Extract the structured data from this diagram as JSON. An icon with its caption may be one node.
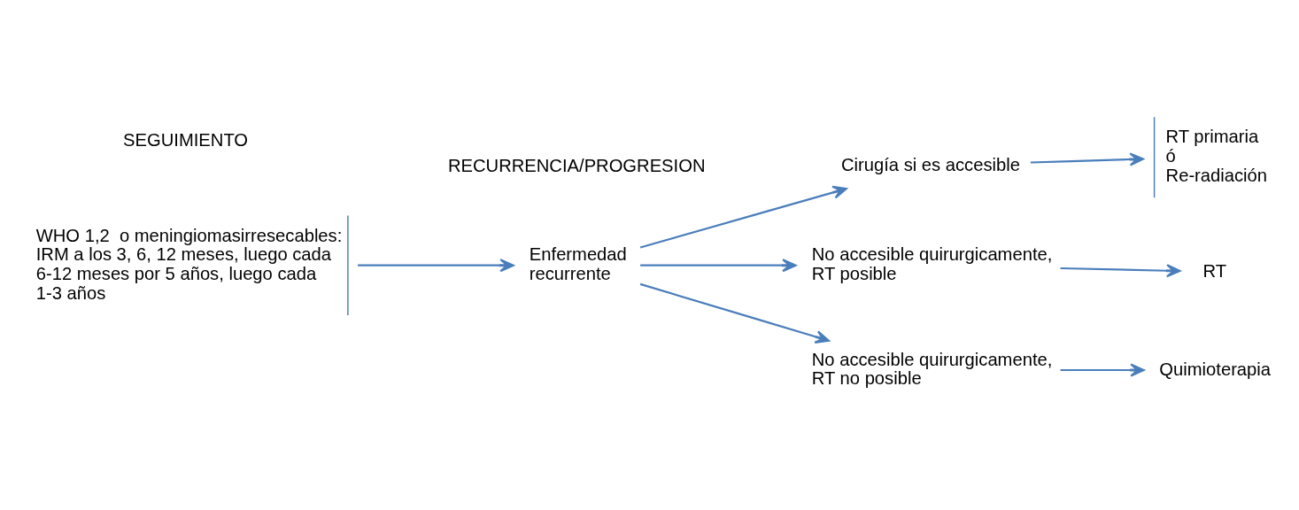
{
  "diagram": {
    "nodes": [
      {
        "text": [
          "WHO 1,2  o meningiomasirresecables: IRM a los 3, 6, 12 meses, luego cada 6-12 meses por 5 años, luego cada 1-3 años"
        ]
      },
      {
        "text": [
          "Enfermedad recurrente"
        ]
      },
      {
        "text": [
          "Cirugía si es accesible"
        ]
      },
      {
        "text": [
          "No accesible quirurgicamente, RT posible"
        ]
      },
      {
        "text": [
          "No accesible quirurgicamente, RT no posible"
        ]
      },
      {
        "text": [
          "RT primaria ó Re-radiación"
        ]
      },
      {
        "text": [
          "RT"
        ]
      },
      {
        "text": [
          "Quimioterapia"
        ]
      }
    ],
    "edges": [
      {
        "from": 0,
        "to": 1,
        "arrow": "to"
      },
      {
        "from": 1,
        "to": 2,
        "arrow": "to"
      },
      {
        "from": 1,
        "to": 3,
        "arrow": "to"
      },
      {
        "from": 1,
        "to": 4,
        "arrow": "to"
      },
      {
        "from": 2,
        "to": 5,
        "arrow": "to"
      },
      {
        "from": 3,
        "to": 6,
        "arrow": "to"
      },
      {
        "from": 4,
        "to": 7,
        "arrow": "to"
      }
    ],
    "labels": [
      "SEGUIMIENTO",
      "RECURRENCIA/PROGRESION"
    ]
  }
}
